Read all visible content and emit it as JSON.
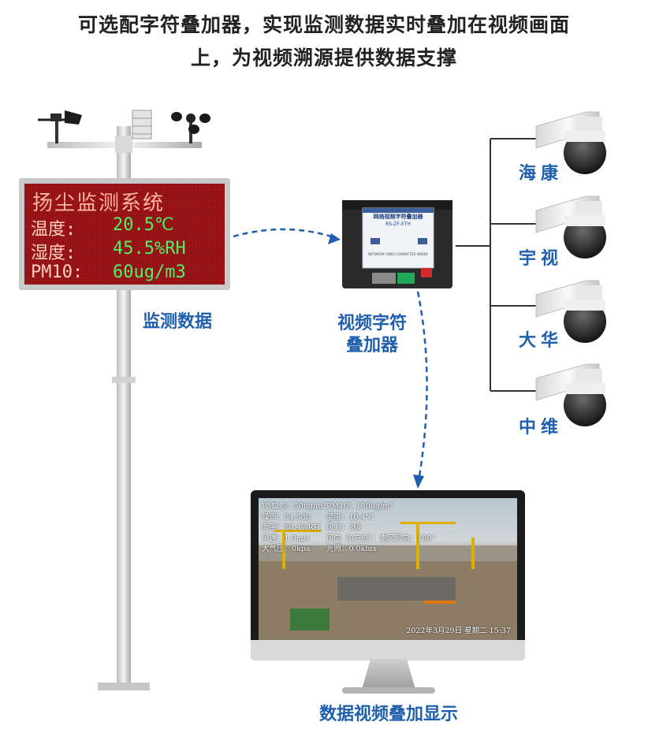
{
  "header": {
    "line1": "可选配字符叠加器，实现监测数据实时叠加在视频画面",
    "line2": "上，为视频溯源提供数据支撑"
  },
  "led_sign": {
    "title": "扬尘监测系统",
    "rows": [
      {
        "key": "温度:",
        "value": "20.5℃"
      },
      {
        "key": "湿度:",
        "value": "45.5%RH"
      },
      {
        "key": "PM10:",
        "value": "60ug/m3"
      }
    ]
  },
  "labels": {
    "monitoring_data": "监测数据",
    "adder_line1": "视频字符",
    "adder_line2": "叠加器",
    "display": "数据视频叠加显示"
  },
  "device": {
    "name": "网络视频字符叠加器",
    "model": "RS-ZF-ETH",
    "footer": "NETWORK VIDEO CHARACTER ADDER"
  },
  "cameras": [
    {
      "name": "海康"
    },
    {
      "name": "宇视"
    },
    {
      "name": "大华"
    },
    {
      "name": "中维"
    }
  ],
  "screen_overlay": {
    "col1": [
      "PM2.5：50ug/m³",
      "噪声：54.5db",
      "湿度：80.4%RH",
      "风速：1.9m/s",
      "大气压：0kpa"
    ],
    "col2": [
      "PM10：130ug/m³",
      "温度：10.4℃",
      "风力：2级",
      "风向（8方位）：南风风向：180°",
      "光照：0.0klux"
    ],
    "timestamp": "2022年3月29日 星期二 15:37"
  },
  "colors": {
    "accent_blue": "#1f5fae",
    "led_red": "#a8161a",
    "led_green": "#4ef26a"
  }
}
